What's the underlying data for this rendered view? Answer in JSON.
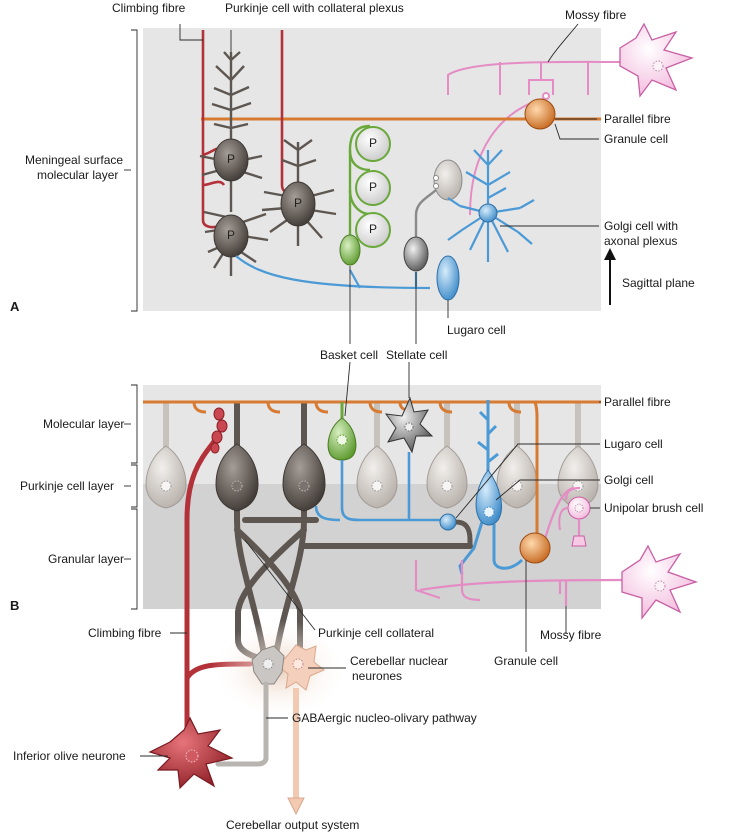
{
  "colors": {
    "purkinje": "#5e5650",
    "purkinje_light": "#c8c2bd",
    "climbing": "#b3323a",
    "mossy": "#e58cc4",
    "parallel": "#d77a32",
    "granule": "#d9883e",
    "basket": "#6aa83c",
    "golgi": "#4b9ad6",
    "lugaro": "#4b9ad6",
    "stellate": "#6a6a6a",
    "gaba": "#b8b4b0",
    "output": "#f2c9b1",
    "panel_bg": "#e6e6e6",
    "granular_bg": "#d2d2d2"
  },
  "panel_a": {
    "letter": "A",
    "labels": {
      "climbing_fibre": "Climbing fibre",
      "purkinje_collateral_plexus": "Purkinje cell with collateral plexus",
      "mossy_fibre": "Mossy fibre",
      "parallel_fibre": "Parallel fibre",
      "granule_cell": "Granule cell",
      "meningeal_1": "Meningeal surface",
      "meningeal_2": "molecular layer",
      "golgi_1": "Golgi cell with",
      "golgi_2": "axonal plexus",
      "sagittal_plane": "Sagittal plane",
      "lugaro_cell": "Lugaro cell",
      "basket_cell": "Basket cell",
      "stellate_cell": "Stellate cell",
      "p": "P"
    }
  },
  "panel_b": {
    "letter": "B",
    "labels": {
      "molecular_layer": "Molecular layer",
      "purkinje_layer": "Purkinje cell layer",
      "granular_layer": "Granular layer",
      "parallel_fibre": "Parallel fibre",
      "lugaro_cell": "Lugaro cell",
      "golgi_cell": "Golgi cell",
      "unipolar_brush_cell": "Unipolar brush cell",
      "climbing_fibre": "Climbing fibre",
      "purkinje_collateral": "Purkinje cell collateral",
      "nuclear_1": "Cerebellar nuclear",
      "nuclear_2": "neurones",
      "mossy_fibre": "Mossy fibre",
      "granule_cell": "Granule cell",
      "gabaergic": "GABAergic nucleo-olivary pathway",
      "inferior_olive": "Inferior olive neurone",
      "output_system": "Cerebellar output system"
    }
  }
}
